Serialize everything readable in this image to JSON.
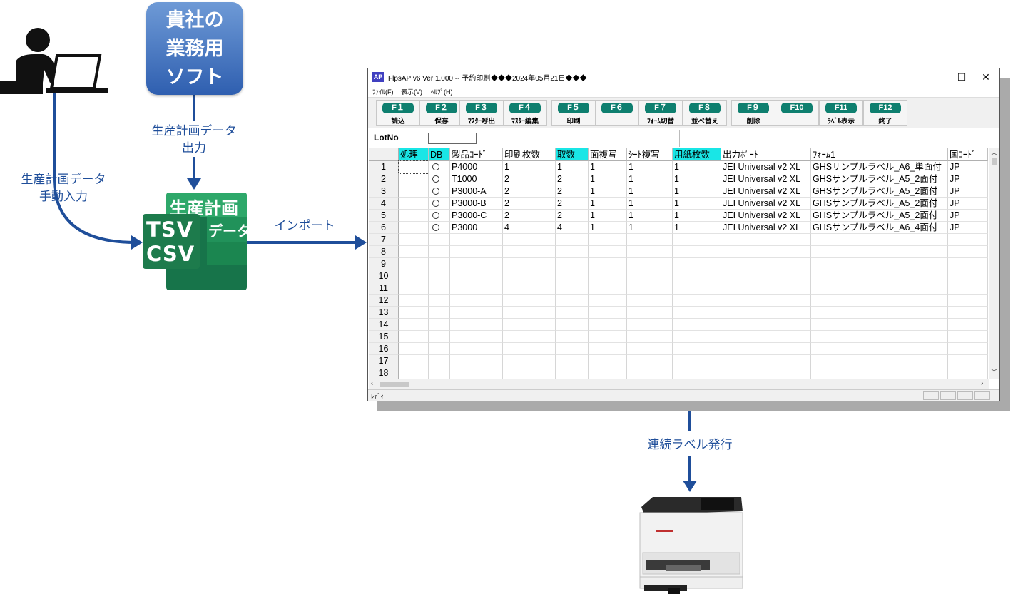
{
  "diagram": {
    "soft_box": {
      "lines": [
        "貴社の",
        "業務用",
        "ソフト"
      ]
    },
    "label_output": [
      "生産計画データ",
      "出力"
    ],
    "label_manual": [
      "生産計画データ",
      "手動入力"
    ],
    "data_icon": {
      "title": "生産計画",
      "sub": "データ",
      "formats": [
        "TSV",
        "CSV"
      ]
    },
    "label_import": "インポート",
    "label_print": "連続ラベル発行",
    "icons": [
      "person-at-laptop-icon",
      "data-file-icon",
      "printer-icon"
    ],
    "colors": {
      "flow": "#1f4e9a",
      "soft_box": "#3e6fc0",
      "data_icon": "#17744a",
      "fkey": "#0e7f6f",
      "grid_highlight": "#19e6e6"
    }
  },
  "window": {
    "app_icon": "AP",
    "title": "FlpsAP v6  Ver 1.000 -- 予約印刷",
    "title_date": "◆◆◆2024年05月21日◆◆◆",
    "controls": {
      "minimize": "—",
      "maximize": "☐",
      "close": "✕"
    },
    "menu": [
      "ﾌｧｲﾙ(F)",
      "表示(V)",
      "ﾍﾙﾌﾟ(H)"
    ],
    "function_keys": [
      {
        "key": "F１",
        "label": "読込"
      },
      {
        "key": "F２",
        "label": "保存"
      },
      {
        "key": "F３",
        "label": "ﾏｽﾀｰ呼出"
      },
      {
        "key": "F４",
        "label": "ﾏｽﾀｰ編集"
      },
      {
        "key": "F５",
        "label": "印刷"
      },
      {
        "key": "F６",
        "label": ""
      },
      {
        "key": "F７",
        "label": "ﾌｫｰﾑ切替"
      },
      {
        "key": "F８",
        "label": "並べ替え"
      },
      {
        "key": "F９",
        "label": "削除"
      },
      {
        "key": "F10",
        "label": ""
      },
      {
        "key": "F11",
        "label": "ﾗﾍﾞﾙ表示"
      },
      {
        "key": "F12",
        "label": "終了"
      }
    ],
    "lot_label": "LotNo",
    "lot_value": "",
    "columns": [
      "処理",
      "DB",
      "製品ｺｰﾄﾞ",
      "印刷枚数",
      "取数",
      "面複写",
      "ｼｰﾄ複写",
      "用紙枚数",
      "出力ﾎﾟｰﾄ",
      "ﾌｫｰﾑ1",
      "国ｺｰﾄﾞ"
    ],
    "highlight_columns": [
      "処理",
      "DB",
      "取数",
      "用紙枚数"
    ],
    "rows": [
      {
        "no": "1",
        "db": "○",
        "code": "P4000",
        "print": "1",
        "take": "1",
        "face": "1",
        "sheet": "1",
        "paper": "1",
        "port": "JEI Universal v2 XL",
        "form": "GHSサンプルラベル_A6_単面付",
        "country": "JP"
      },
      {
        "no": "2",
        "db": "○",
        "code": "T1000",
        "print": "2",
        "take": "2",
        "face": "1",
        "sheet": "1",
        "paper": "1",
        "port": "JEI Universal v2 XL",
        "form": "GHSサンプルラベル_A5_2面付",
        "country": "JP"
      },
      {
        "no": "3",
        "db": "○",
        "code": "P3000-A",
        "print": "2",
        "take": "2",
        "face": "1",
        "sheet": "1",
        "paper": "1",
        "port": "JEI Universal v2 XL",
        "form": "GHSサンプルラベル_A5_2面付",
        "country": "JP"
      },
      {
        "no": "4",
        "db": "○",
        "code": "P3000-B",
        "print": "2",
        "take": "2",
        "face": "1",
        "sheet": "1",
        "paper": "1",
        "port": "JEI Universal v2 XL",
        "form": "GHSサンプルラベル_A5_2面付",
        "country": "JP"
      },
      {
        "no": "5",
        "db": "○",
        "code": "P3000-C",
        "print": "2",
        "take": "2",
        "face": "1",
        "sheet": "1",
        "paper": "1",
        "port": "JEI Universal v2 XL",
        "form": "GHSサンプルラベル_A5_2面付",
        "country": "JP"
      },
      {
        "no": "6",
        "db": "○",
        "code": "P3000",
        "print": "4",
        "take": "4",
        "face": "1",
        "sheet": "1",
        "paper": "1",
        "port": "JEI Universal v2 XL",
        "form": "GHSサンプルラベル_A6_4面付",
        "country": "JP"
      }
    ],
    "empty_rows": [
      "7",
      "8",
      "9",
      "10",
      "11",
      "12",
      "13",
      "14",
      "15",
      "16",
      "17",
      "18"
    ],
    "status": "ﾚﾃﾞｨ"
  }
}
